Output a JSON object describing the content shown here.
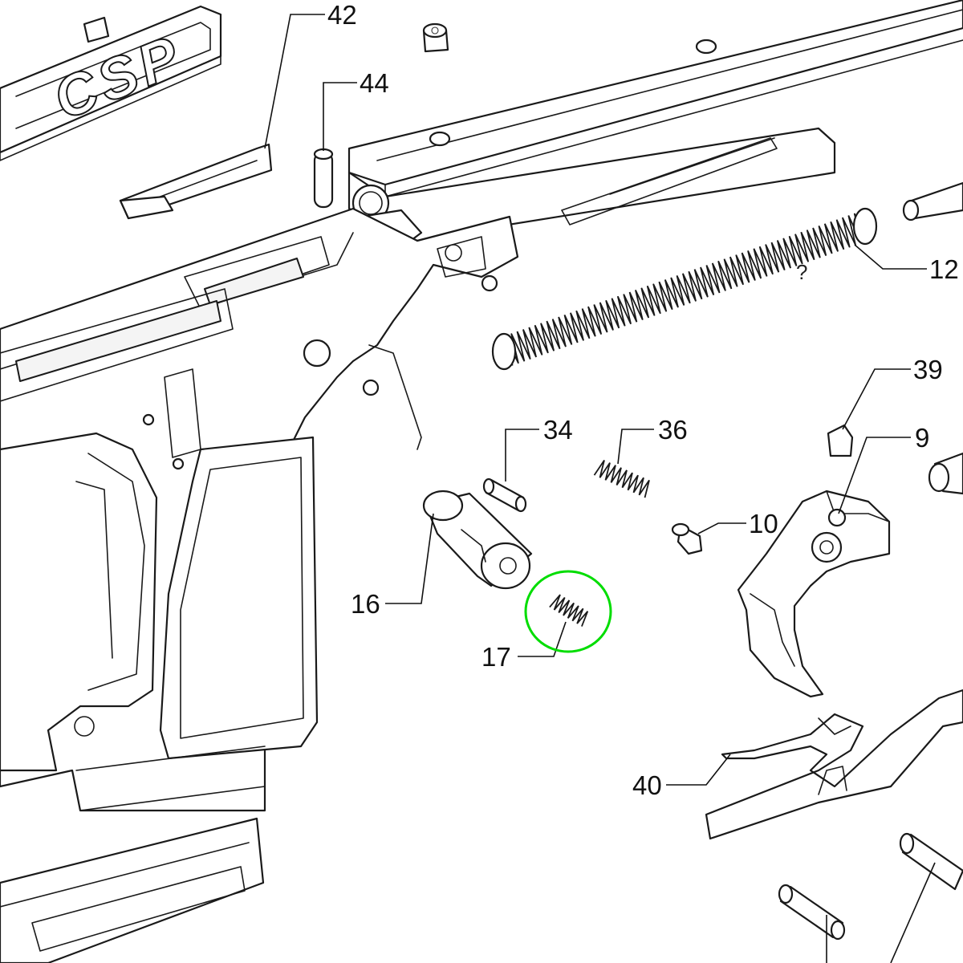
{
  "diagram": {
    "logo_text": "CSP",
    "highlight_color": "#00dd00",
    "highlighted_part": "17",
    "parts": [
      {
        "id": "42",
        "label": "42"
      },
      {
        "id": "44",
        "label": "44"
      },
      {
        "id": "12",
        "label": "12"
      },
      {
        "id": "39",
        "label": "39"
      },
      {
        "id": "34",
        "label": "34"
      },
      {
        "id": "36",
        "label": "36"
      },
      {
        "id": "9",
        "label": "9"
      },
      {
        "id": "10",
        "label": "10"
      },
      {
        "id": "16",
        "label": "16"
      },
      {
        "id": "17",
        "label": "17"
      },
      {
        "id": "40",
        "label": "40"
      }
    ],
    "spring_mark": "?"
  }
}
